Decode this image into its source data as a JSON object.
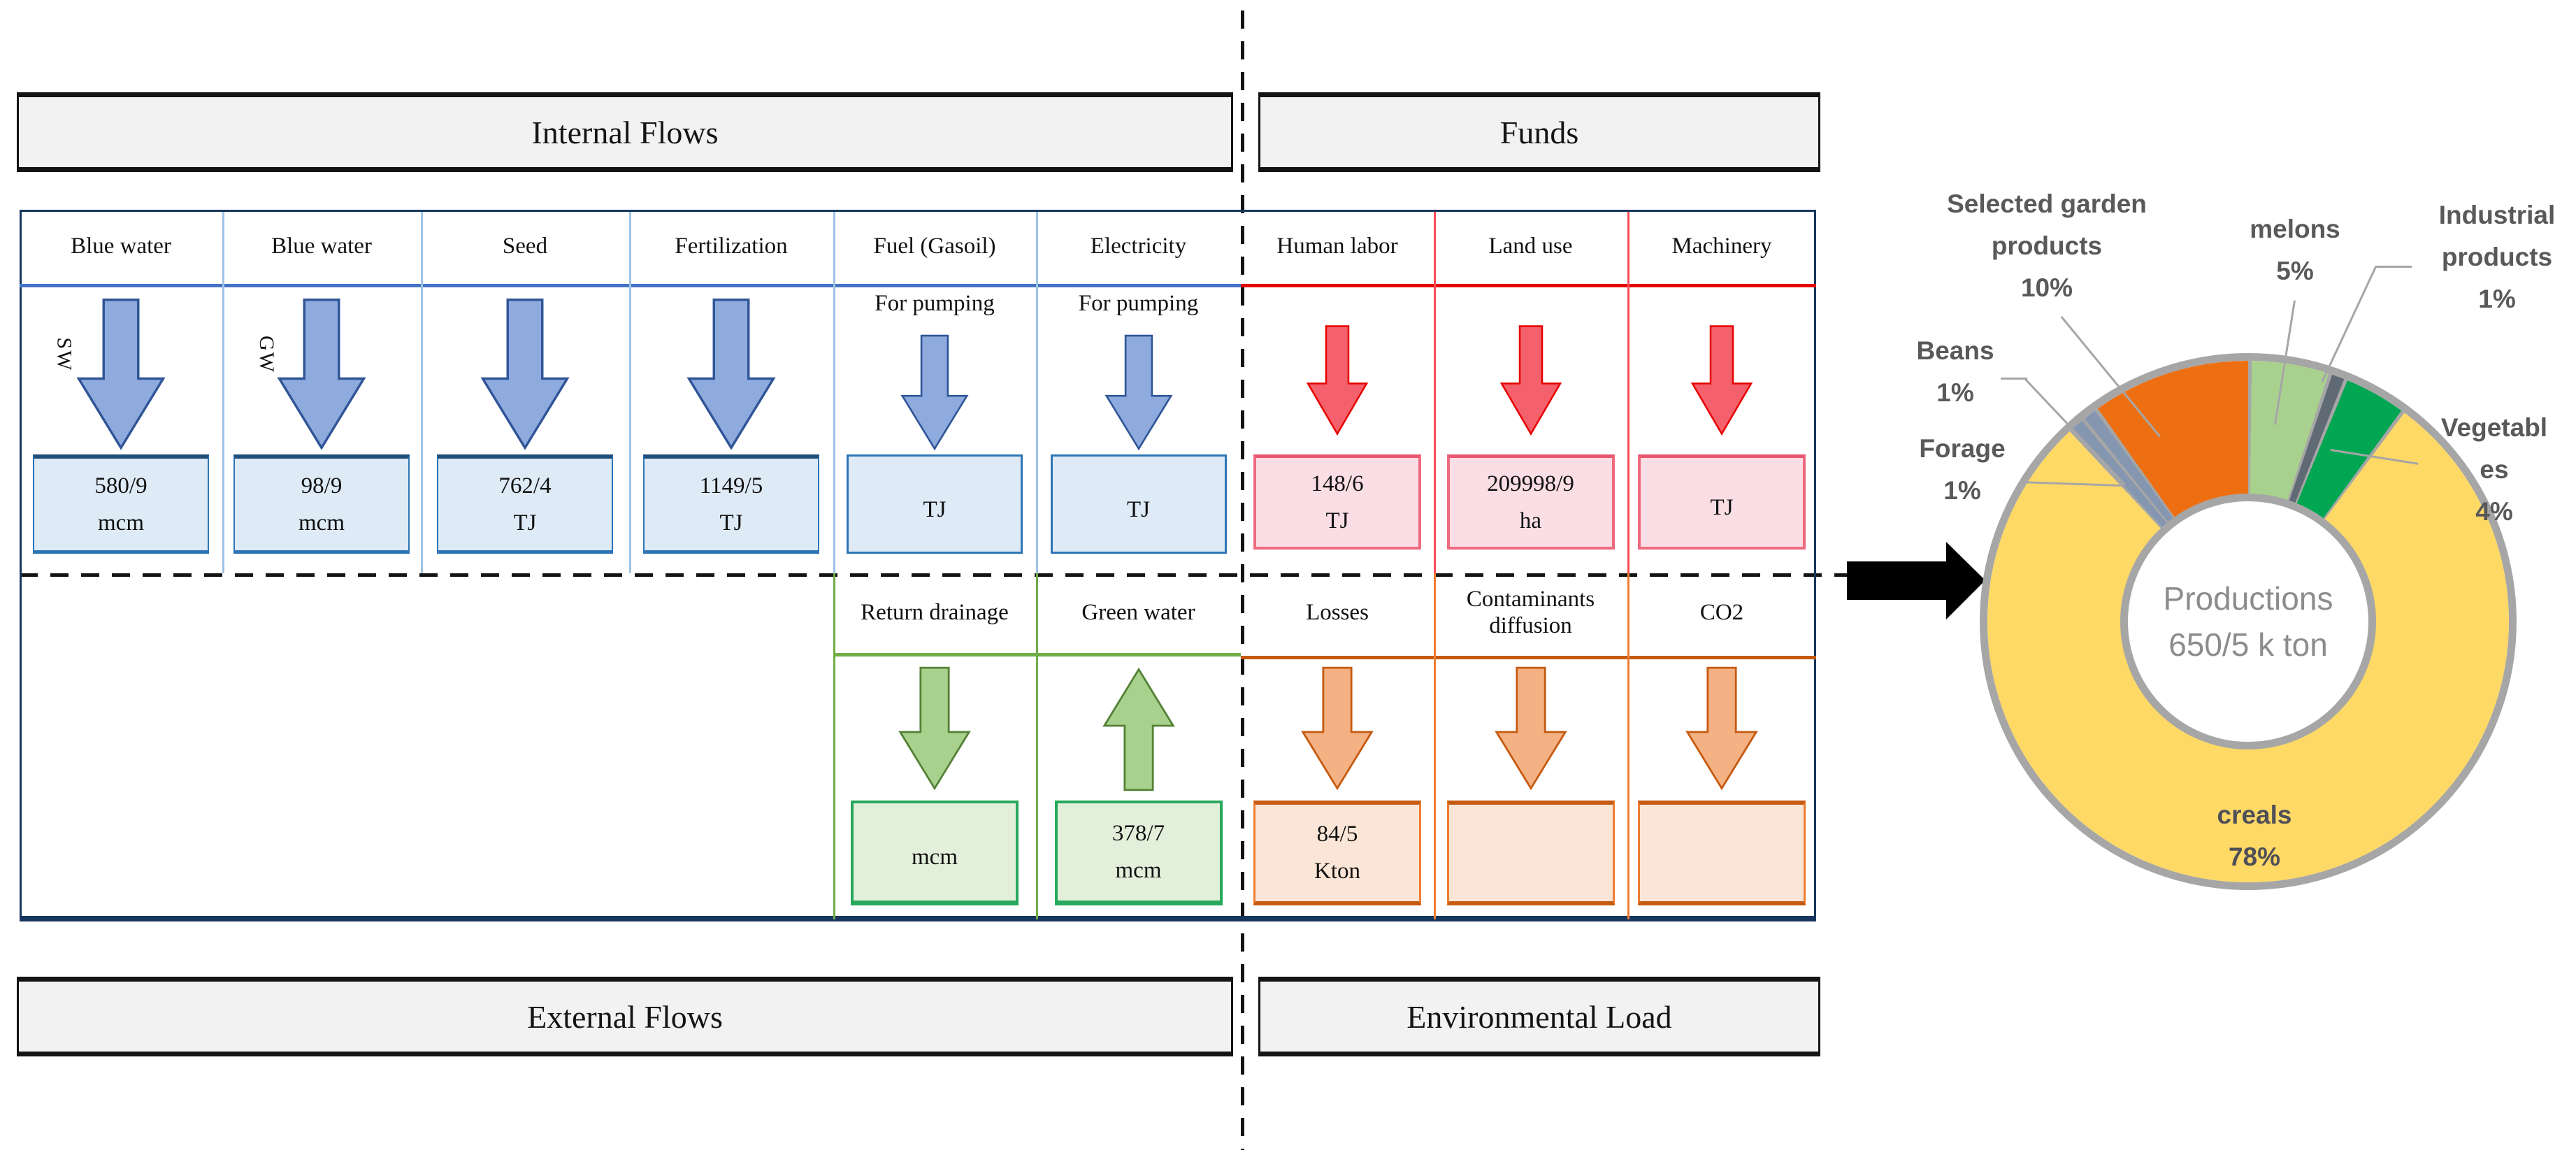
{
  "figure": {
    "headers": {
      "internal_flows": "Internal Flows",
      "funds": "Funds",
      "external_flows": "External Flows",
      "environmental_load": "Environmental Load"
    },
    "row1": [
      {
        "header": "Blue water",
        "side_label": "SW",
        "value": "580/9",
        "unit": "mcm"
      },
      {
        "header": "Blue water",
        "side_label": "GW",
        "value": "98/9",
        "unit": "mcm"
      },
      {
        "header": "Seed",
        "value": "762/4",
        "unit": "TJ"
      },
      {
        "header": "Fertilization",
        "value": "1149/5",
        "unit": "TJ"
      },
      {
        "header": "Fuel (Gasoil)",
        "sub_header": "For pumping",
        "value": "",
        "unit": "TJ"
      },
      {
        "header": "Electricity",
        "sub_header": "For pumping",
        "value": "",
        "unit": "TJ"
      },
      {
        "header": "Human labor",
        "value": "148/6",
        "unit": "TJ"
      },
      {
        "header": "Land use",
        "value": "209998/9",
        "unit": "ha"
      },
      {
        "header": "Machinery",
        "value": "",
        "unit": "TJ"
      }
    ],
    "row2": [
      {
        "header": "Return drainage",
        "value": "",
        "unit": "mcm",
        "arrow_direction": "down"
      },
      {
        "header": "Green water",
        "value": "378/7",
        "unit": "mcm",
        "arrow_direction": "up"
      },
      {
        "header": "Losses",
        "value": "84/5",
        "unit": "Kton",
        "arrow_direction": "down"
      },
      {
        "header": "Contaminants diffusion",
        "value": "",
        "unit": "",
        "arrow_direction": "down"
      },
      {
        "header": "CO2",
        "value": "",
        "unit": "",
        "arrow_direction": "down"
      }
    ],
    "palette": {
      "internal_flow_accent": "#2E75B6",
      "funds_accent": "#E50000",
      "external_flow_accent": "#70AD47",
      "environmental_accent": "#C55A11"
    }
  },
  "chart_data": {
    "type": "pie",
    "style": "donut",
    "direction": "clockwise",
    "start_angle_deg_from_top": 0,
    "center_label_lines": [
      "Productions",
      "650/5 k ton"
    ],
    "separator_color": "#A6A6A6",
    "ring_color": "#A6A6A6",
    "slices": [
      {
        "name": "melons",
        "pct": 5,
        "color": "#A9D18E",
        "label_lines": [
          "melons",
          "5%"
        ]
      },
      {
        "name": "Industrial products",
        "pct": 1,
        "color": "#5F6A74",
        "label_lines": [
          "Industrial",
          "products",
          "1%"
        ]
      },
      {
        "name": "Vegetables",
        "pct": 4,
        "color": "#00A651",
        "label_lines": [
          "Vegetabl",
          "es",
          "4%"
        ]
      },
      {
        "name": "creals",
        "pct": 78,
        "color": "#FFD966",
        "label_lines": [
          "creals",
          "78%"
        ]
      },
      {
        "name": "Forage",
        "pct": 1,
        "color": "#8496B0",
        "label_lines": [
          "Forage",
          "1%"
        ]
      },
      {
        "name": "Beans",
        "pct": 1,
        "color": "#8496B0",
        "label_lines": [
          "Beans",
          "1%"
        ]
      },
      {
        "name": "Selected garden products",
        "pct": 10,
        "color": "#EE6F12",
        "label_lines": [
          "Selected garden",
          "products",
          "10%"
        ]
      }
    ]
  }
}
